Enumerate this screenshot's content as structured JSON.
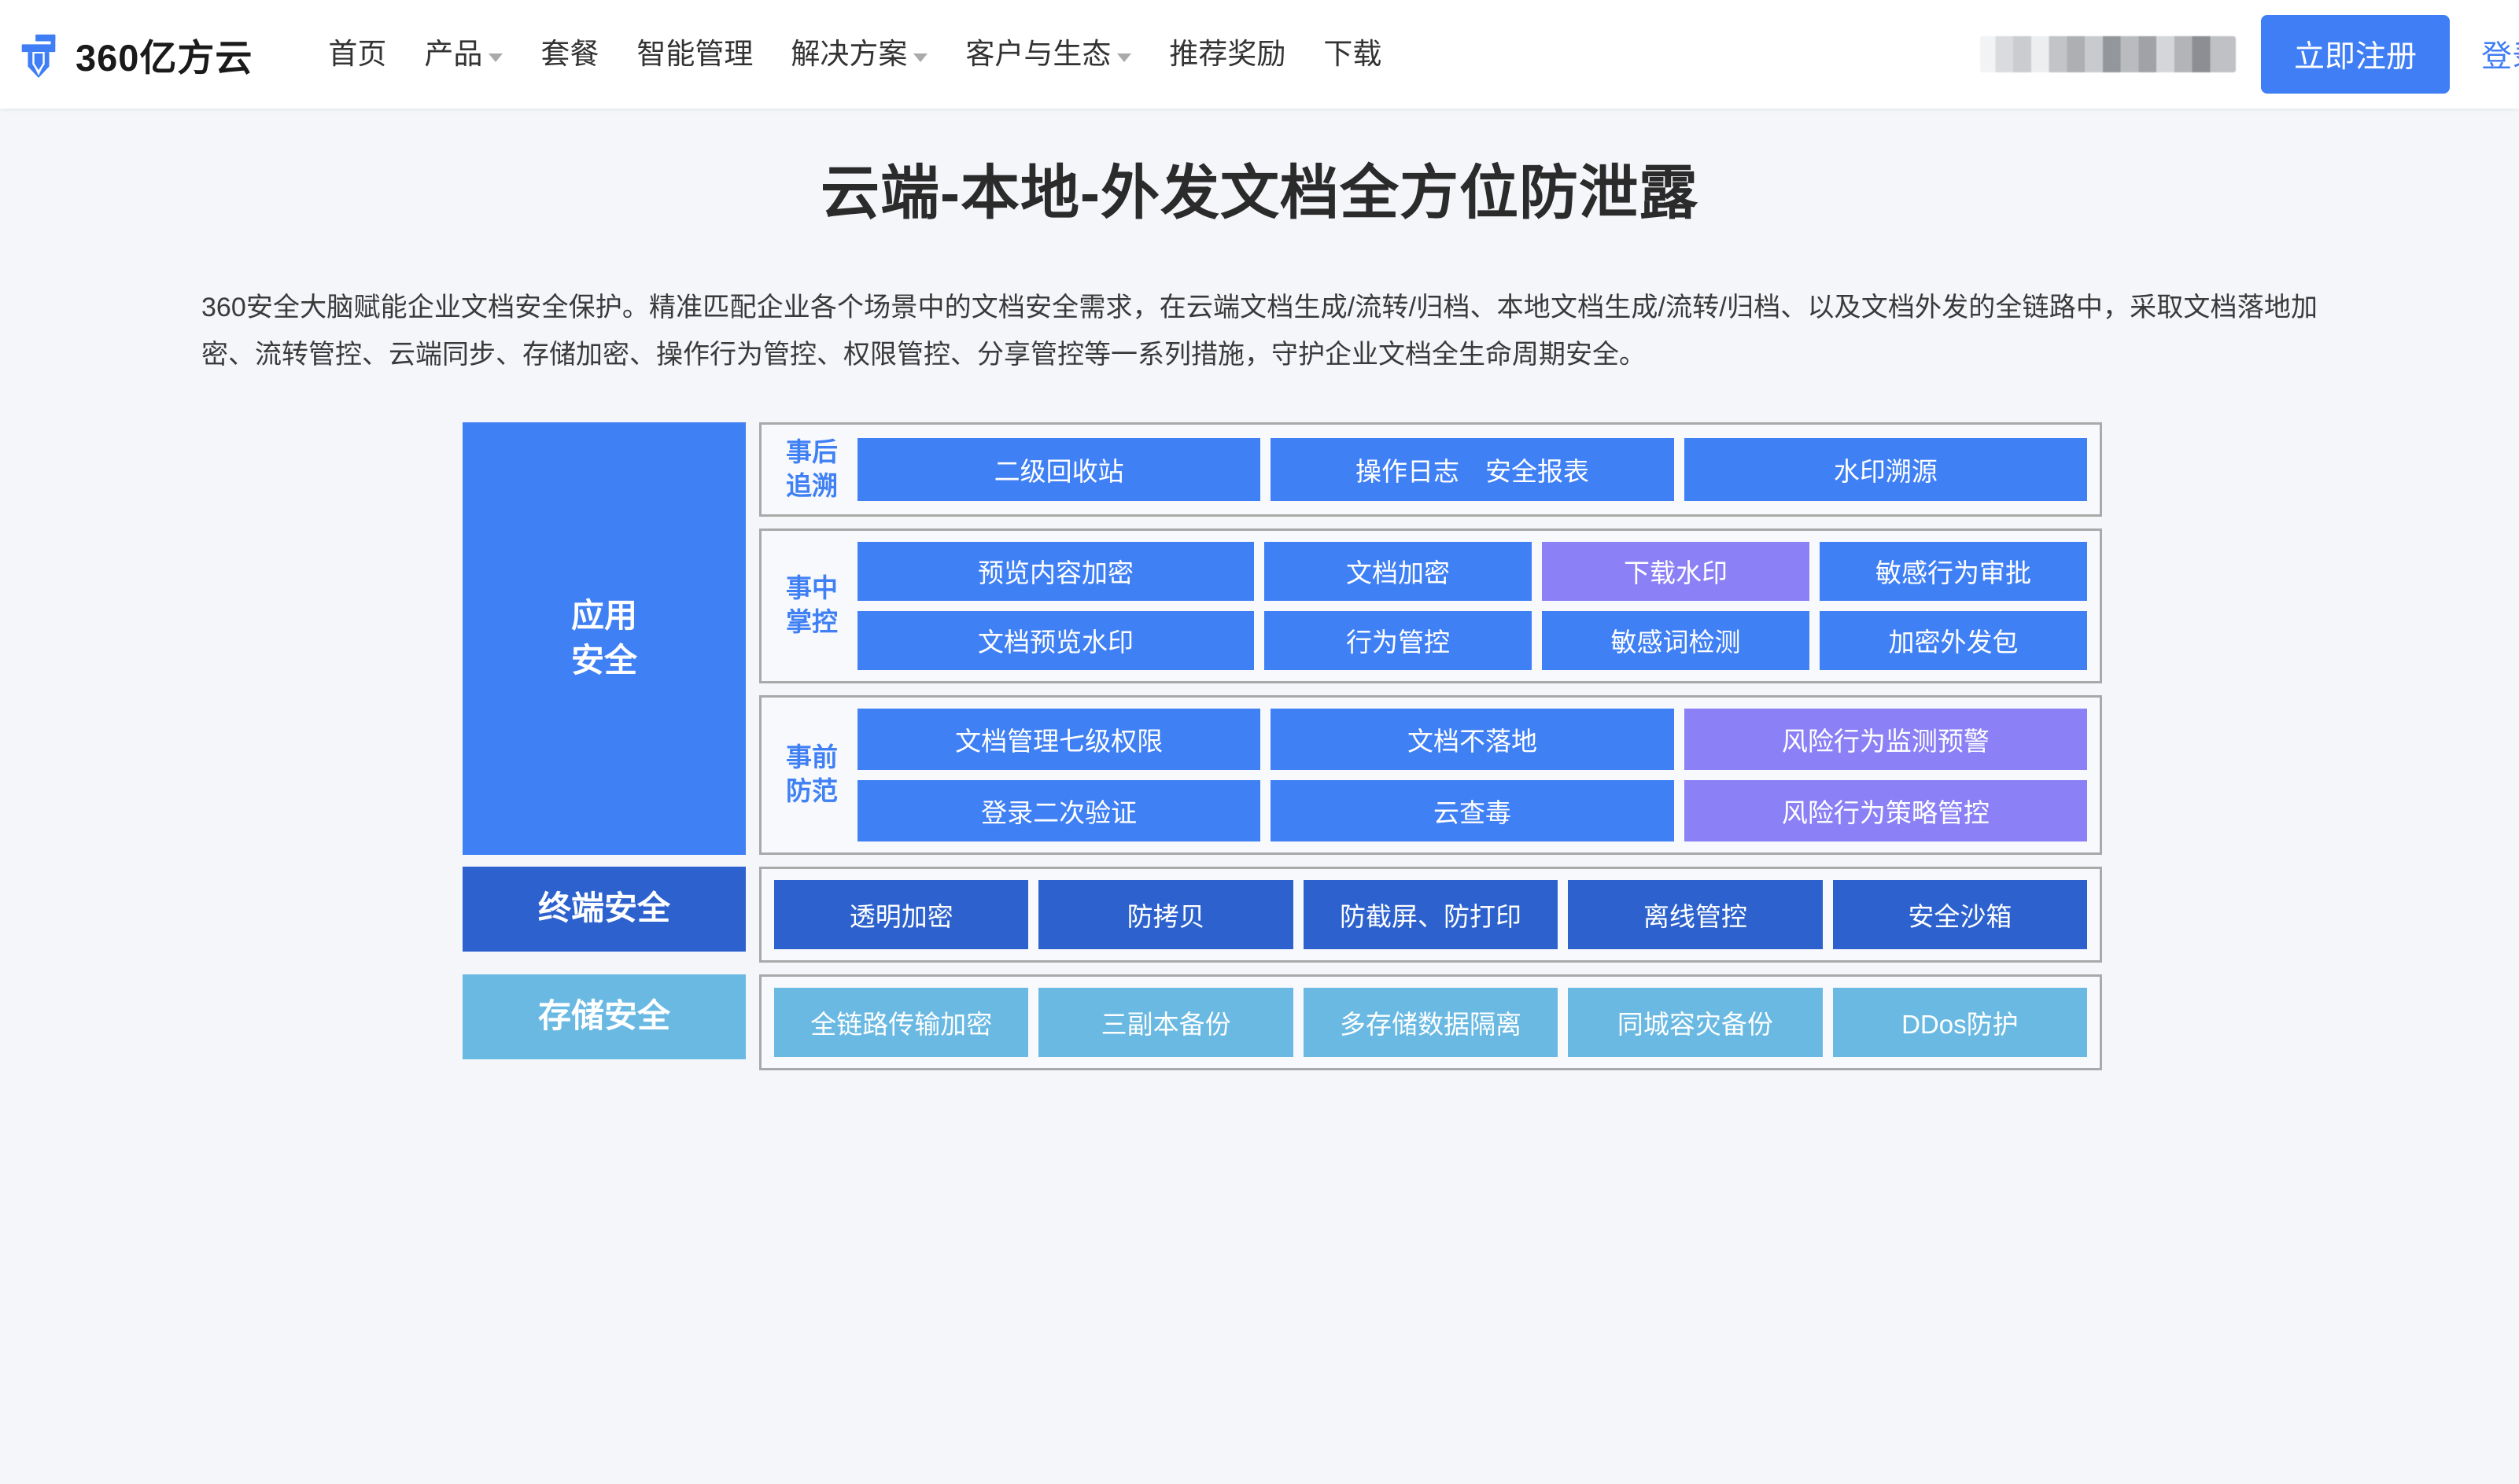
{
  "navbar": {
    "brand_name": "360亿方云",
    "brand_icon": "pen-nib-logo-icon",
    "links": [
      {
        "label": "首页",
        "has_dropdown": false
      },
      {
        "label": "产品",
        "has_dropdown": true
      },
      {
        "label": "套餐",
        "has_dropdown": false
      },
      {
        "label": "智能管理",
        "has_dropdown": false
      },
      {
        "label": "解决方案",
        "has_dropdown": true
      },
      {
        "label": "客户与生态",
        "has_dropdown": true
      },
      {
        "label": "推荐奖励",
        "has_dropdown": false
      },
      {
        "label": "下载",
        "has_dropdown": false
      }
    ],
    "redacted_account": "",
    "register_label": "立即注册",
    "login_label": "登录",
    "accent_color": "#3f7ef5"
  },
  "hero": {
    "title": "云端-本地-外发文档全方位防泄露",
    "description": "360安全大脑赋能企业文档安全保护。精准匹配企业各个场景中的文档安全需求，在云端文档生成/流转/归档、本地文档生成/流转/归档、以及文档外发的全链路中，采取文档落地加密、流转管控、云端同步、存储加密、操作行为管控、权限管控、分享管控等一系列措施，守护企业文档全生命周期安全。"
  },
  "diagram": {
    "colors": {
      "blue": "#4080f5",
      "purple": "#8b80f5",
      "dark_blue": "#2d62ce",
      "light_blue": "#69b9e3",
      "group_border": "#a9a9a9",
      "group_fill": "#f7f9fc"
    },
    "application_security": {
      "category_label": "应用\n安全",
      "groups": [
        {
          "label": "事后\n追溯",
          "rows": [
            [
              {
                "label": "二级回收站",
                "color": "blue",
                "flex": 2
              },
              {
                "label": "操作日志　安全报表",
                "color": "blue",
                "flex": 2
              },
              {
                "label": "水印溯源",
                "color": "blue",
                "flex": 2
              }
            ]
          ]
        },
        {
          "label": "事中\n掌控",
          "rows": [
            [
              {
                "label": "预览内容加密",
                "color": "blue",
                "flex": 3
              },
              {
                "label": "文档加密",
                "color": "blue",
                "flex": 2
              },
              {
                "label": "下载水印",
                "color": "purple",
                "flex": 2
              },
              {
                "label": "敏感行为审批",
                "color": "blue",
                "flex": 2
              }
            ],
            [
              {
                "label": "文档预览水印",
                "color": "blue",
                "flex": 3
              },
              {
                "label": "行为管控",
                "color": "blue",
                "flex": 2
              },
              {
                "label": "敏感词检测",
                "color": "blue",
                "flex": 2
              },
              {
                "label": "加密外发包",
                "color": "blue",
                "flex": 2
              }
            ]
          ]
        },
        {
          "label": "事前\n防范",
          "rows": [
            [
              {
                "label": "文档管理七级权限",
                "color": "blue",
                "flex": 2
              },
              {
                "label": "文档不落地",
                "color": "blue",
                "flex": 2
              },
              {
                "label": "风险行为监测预警",
                "color": "purple",
                "flex": 2
              }
            ],
            [
              {
                "label": "登录二次验证",
                "color": "blue",
                "flex": 2
              },
              {
                "label": "云查毒",
                "color": "blue",
                "flex": 2
              },
              {
                "label": "风险行为策略管控",
                "color": "purple",
                "flex": 2
              }
            ]
          ]
        }
      ]
    },
    "terminal_security": {
      "category_label": "终端安全",
      "tiles": [
        {
          "label": "透明加密",
          "color": "dblue"
        },
        {
          "label": "防拷贝",
          "color": "dblue"
        },
        {
          "label": "防截屏、防打印",
          "color": "dblue"
        },
        {
          "label": "离线管控",
          "color": "dblue"
        },
        {
          "label": "安全沙箱",
          "color": "dblue"
        }
      ]
    },
    "storage_security": {
      "category_label": "存储安全",
      "tiles": [
        {
          "label": "全链路传输加密",
          "color": "lblue"
        },
        {
          "label": "三副本备份",
          "color": "lblue"
        },
        {
          "label": "多存储数据隔离",
          "color": "lblue"
        },
        {
          "label": "同城容灾备份",
          "color": "lblue"
        },
        {
          "label": "DDos防护",
          "color": "lblue"
        }
      ]
    }
  }
}
